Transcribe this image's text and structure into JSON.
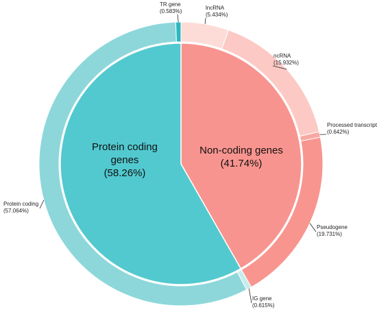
{
  "chart_data": {
    "type": "pie",
    "subtype": "nested-donut",
    "inner": [
      {
        "label": "Protein coding genes",
        "percent_text": "(58.26%)",
        "value": 58.26,
        "color": "#52c9cf"
      },
      {
        "label": "Non-coding genes",
        "percent_text": "(41.74%)",
        "value": 41.74,
        "color": "#f8948f"
      }
    ],
    "outer": [
      {
        "label": "lncRNA",
        "percent_text": "(5.434%)",
        "value": 5.434,
        "color": "#fddcd8",
        "group": "Non-coding genes"
      },
      {
        "label": "ncRNA",
        "percent_text": "(15.932%)",
        "value": 15.932,
        "color": "#fcc9c4",
        "group": "Non-coding genes"
      },
      {
        "label": "Processed transcript",
        "percent_text": "(0.642%)",
        "value": 0.642,
        "color": "#f8a8a2",
        "group": "Non-coding genes"
      },
      {
        "label": "Pseudogene",
        "percent_text": "(19.731%)",
        "value": 19.731,
        "color": "#f8958f",
        "group": "Non-coding genes"
      },
      {
        "label": "IG gene",
        "percent_text": "(0.615%)",
        "value": 0.615,
        "color": "#c8ecee",
        "group": "Protein coding genes"
      },
      {
        "label": "Protein coding",
        "percent_text": "(57.064%)",
        "value": 57.064,
        "color": "#8dd7da",
        "group": "Protein coding genes"
      },
      {
        "label": "TR gene",
        "percent_text": "(0.583%)",
        "value": 0.583,
        "color": "#2db8bf",
        "group": "Protein coding genes"
      }
    ],
    "start_angle": "12 o'clock",
    "direction": "clockwise"
  }
}
